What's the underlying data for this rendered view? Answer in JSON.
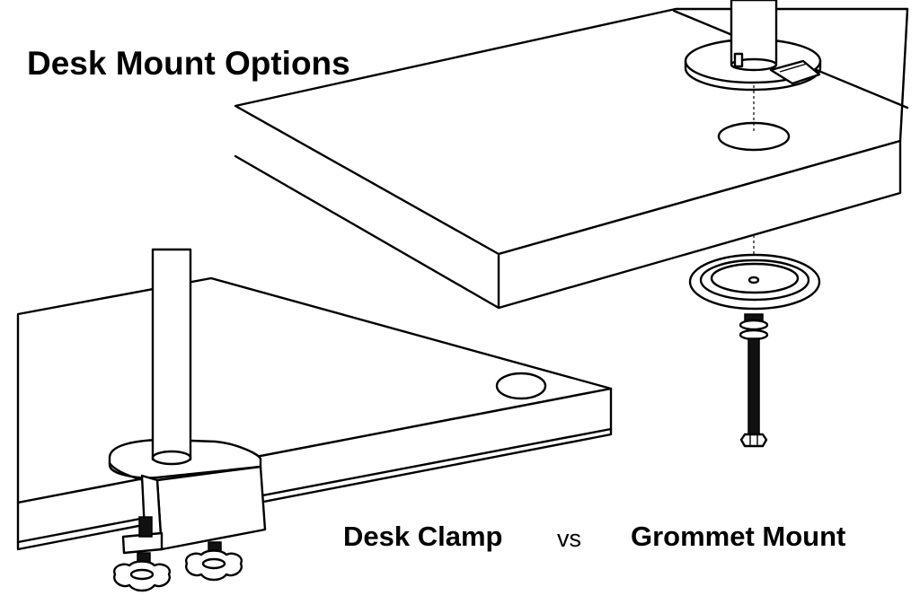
{
  "title": "Desk Mount Options",
  "labels": {
    "clamp": "Desk Clamp",
    "vs": "vs",
    "grommet": "Grommet Mount"
  },
  "colors": {
    "line": "#000000",
    "background": "#ffffff"
  }
}
